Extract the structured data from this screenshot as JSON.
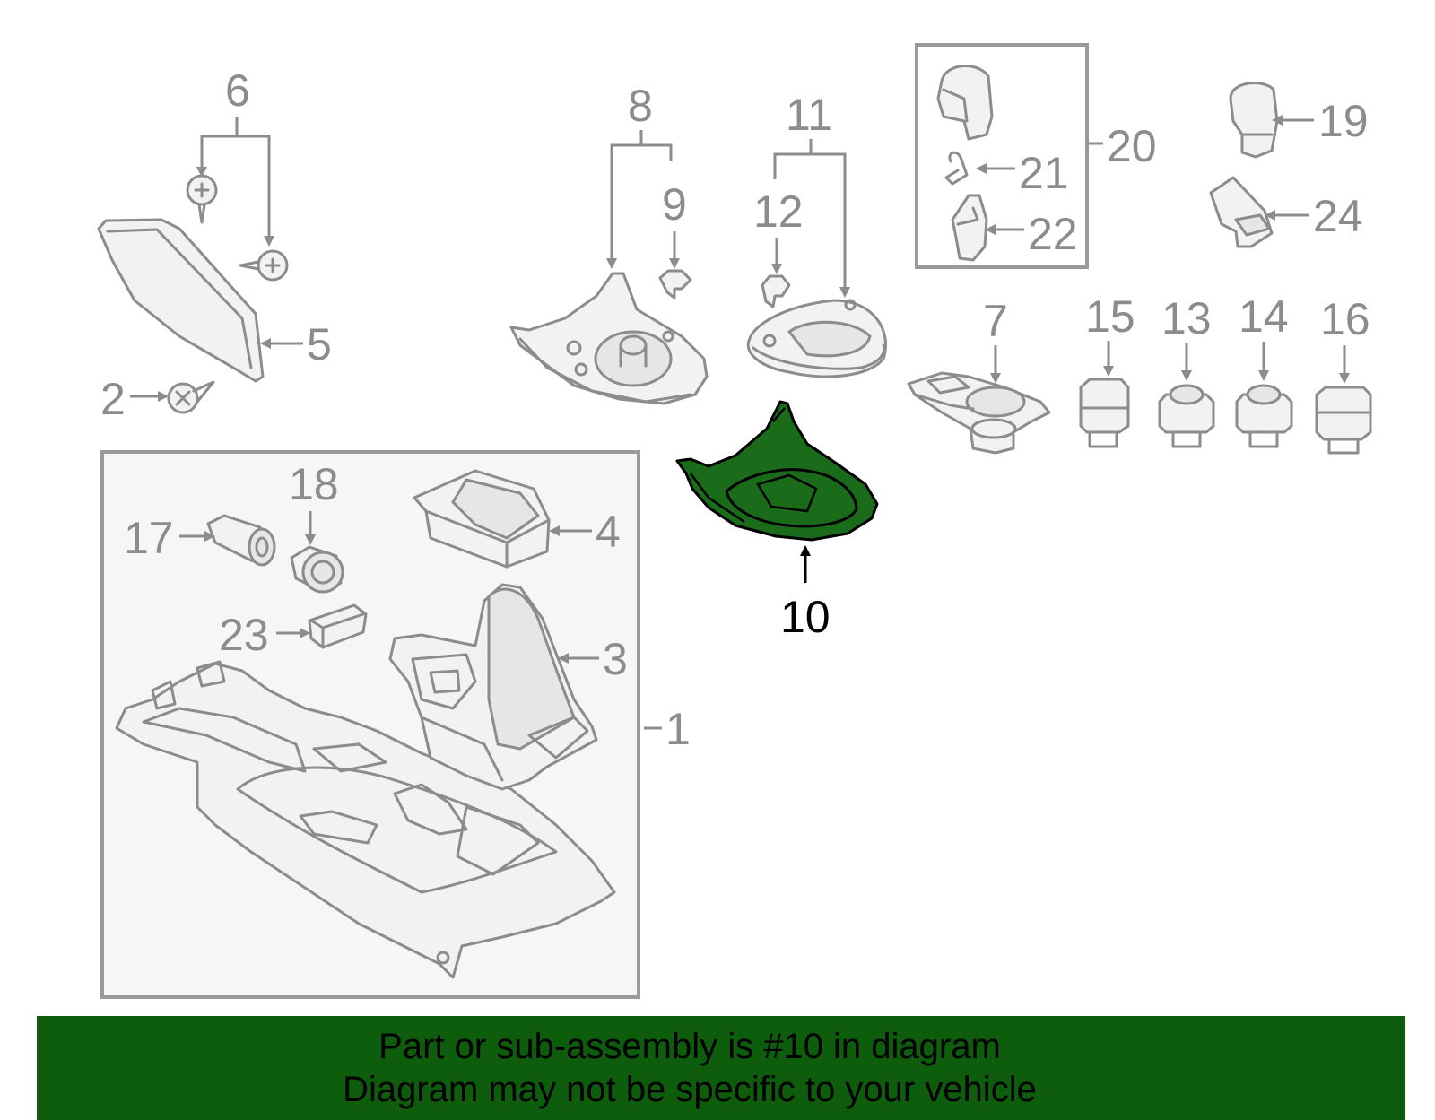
{
  "callouts": {
    "c1": "1",
    "c2": "2",
    "c3": "3",
    "c4": "4",
    "c5": "5",
    "c6": "6",
    "c7": "7",
    "c8": "8",
    "c9": "9",
    "c10": "10",
    "c11": "11",
    "c12": "12",
    "c13": "13",
    "c14": "14",
    "c15": "15",
    "c16": "16",
    "c17": "17",
    "c18": "18",
    "c19": "19",
    "c20": "20",
    "c21": "21",
    "c22": "22",
    "c23": "23",
    "c24": "24"
  },
  "highlight": {
    "part": "10",
    "color": "#1a6b1a"
  },
  "banner": {
    "line1": "Part or sub-assembly is #10 in diagram",
    "line2": "Diagram may not be specific to your vehicle",
    "background": "#0d5d0d"
  }
}
